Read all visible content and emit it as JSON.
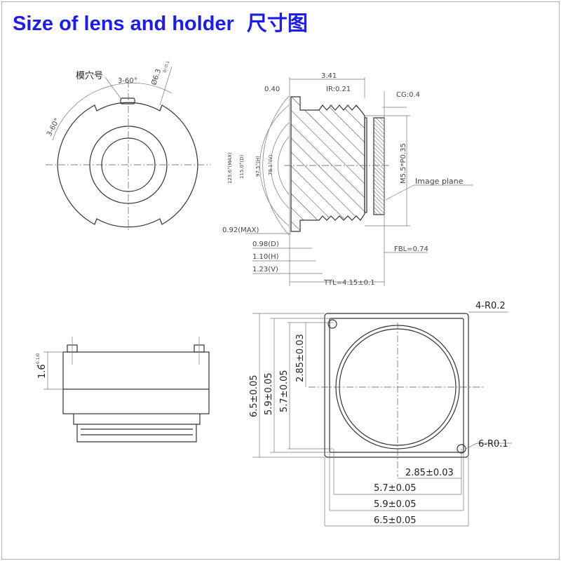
{
  "title": {
    "en": "Size of lens and holder",
    "cn": "尺寸图"
  },
  "front_view": {
    "mold_label": "模穴号",
    "angle_top": "3-60°",
    "angle_left": "3-60°",
    "diameter": "Ø6.3",
    "diameter_tol": "0/-0.1"
  },
  "section_view": {
    "length": "3.41",
    "front": "0.40",
    "ir": "IR:0.21",
    "cg": "CG:0.4",
    "thread": "M5.5*P0.35",
    "image_plane": "Image plane",
    "fov_max": "123.6°(MAX)",
    "fov_d": "115.0°(D)",
    "fov_h": "97.5°(H)",
    "fov_v": "79.1°(V)",
    "d_max": "0.92(MAX)",
    "d_d": "0.98(D)",
    "d_h": "1.10(H)",
    "d_v": "1.23(V)",
    "fbl": "FBL=0.74",
    "ttl": "TTL=4.15±0.1"
  },
  "side_view": {
    "height": "1.6",
    "height_tol": "+0.1/0"
  },
  "holder_view": {
    "corner_outer": "4-R0.2",
    "corner_inner": "6-R0.1",
    "v_outer": "6.5±0.05",
    "v_mid": "5.9±0.05",
    "v_inner": "5.7±0.05",
    "v_half": "2.85±0.03",
    "h_half": "2.85±0.03",
    "h_inner": "5.7±0.05",
    "h_mid": "5.9±0.05",
    "h_outer": "6.5±0.05"
  }
}
